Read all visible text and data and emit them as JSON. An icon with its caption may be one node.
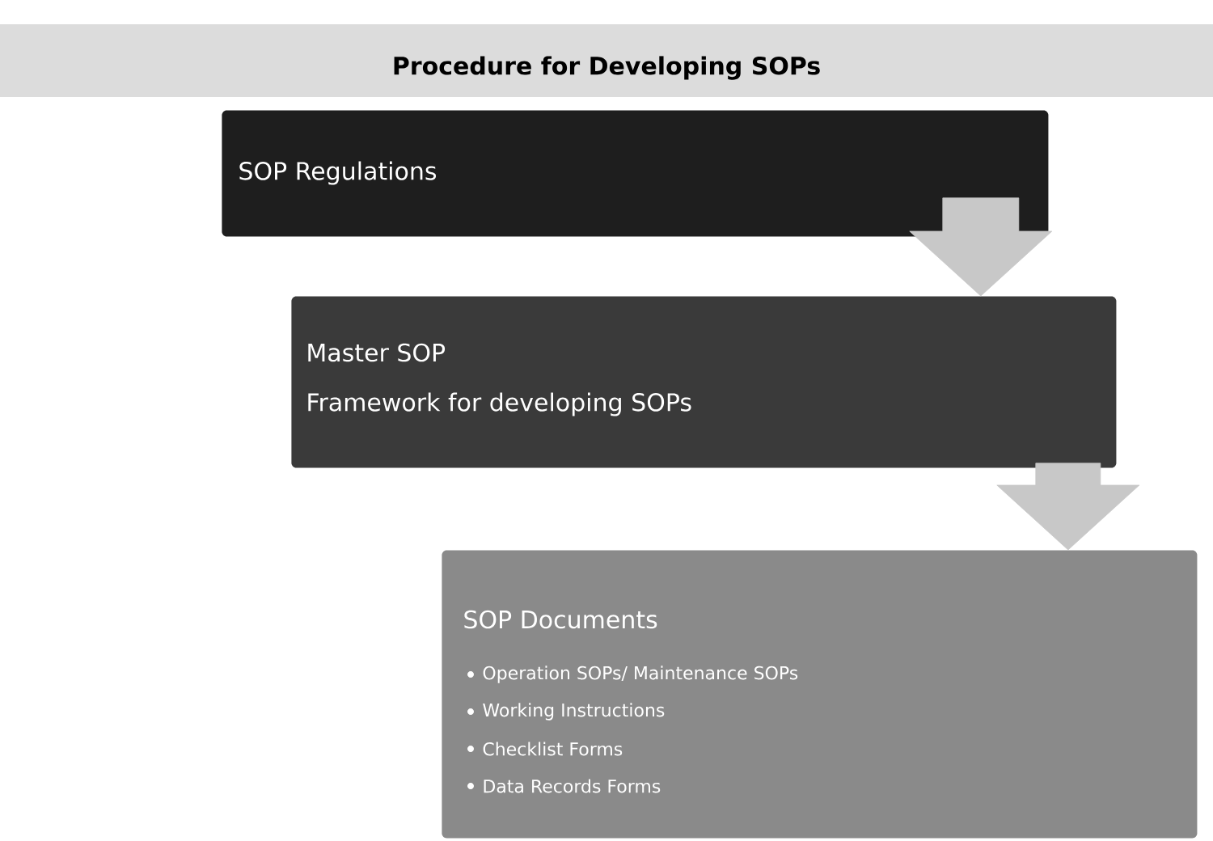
{
  "diagram": {
    "title": "Procedure for Developing SOPs",
    "nodes": [
      {
        "text": [
          "SOP Regulations"
        ]
      },
      {
        "text": [
          "Master SOP",
          "Framework for developing SOPs"
        ]
      },
      {
        "text": [
          "SOP Documents",
          "Operation SOPs/ Maintenance SOPs",
          "Working Instructions",
          "Checklist Forms",
          "Data Records Forms"
        ]
      }
    ],
    "edges": [
      {
        "from": 0,
        "to": 1,
        "arrow": "to"
      },
      {
        "from": 1,
        "to": 2,
        "arrow": "to"
      }
    ]
  }
}
